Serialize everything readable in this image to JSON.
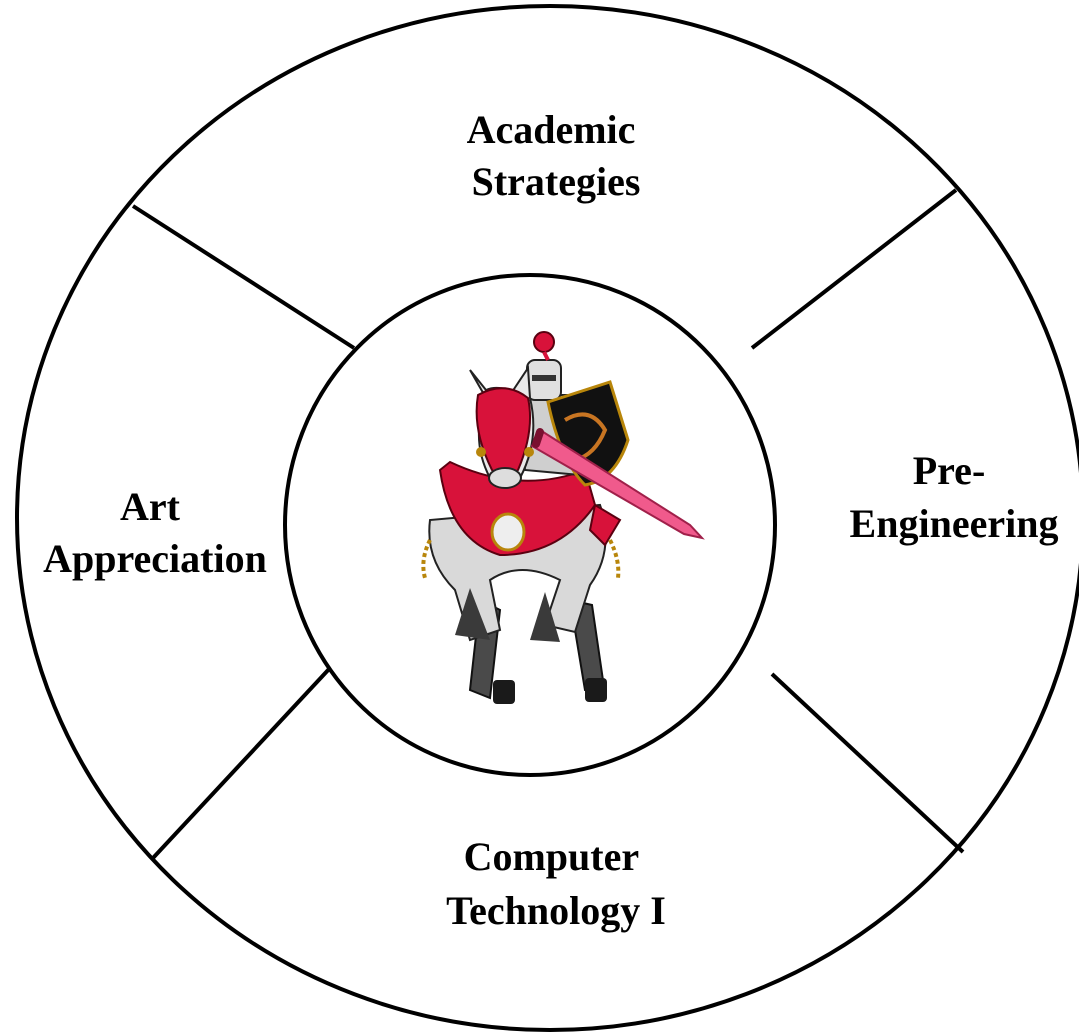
{
  "diagram": {
    "segments": [
      {
        "id": "top",
        "lines": [
          "Academic",
          "Strategies"
        ]
      },
      {
        "id": "right",
        "lines": [
          "Pre-",
          "Engineering"
        ]
      },
      {
        "id": "bottom",
        "lines": [
          "Computer",
          "Technology I"
        ]
      },
      {
        "id": "left",
        "lines": [
          "Art",
          "Appreciation"
        ]
      }
    ],
    "center": {
      "image": "knight-on-horse-mascot"
    },
    "colors": {
      "stroke": "#000000",
      "background": "#ffffff",
      "knight_red": "#d8123a",
      "sword_pink": "#f05a8c"
    }
  }
}
